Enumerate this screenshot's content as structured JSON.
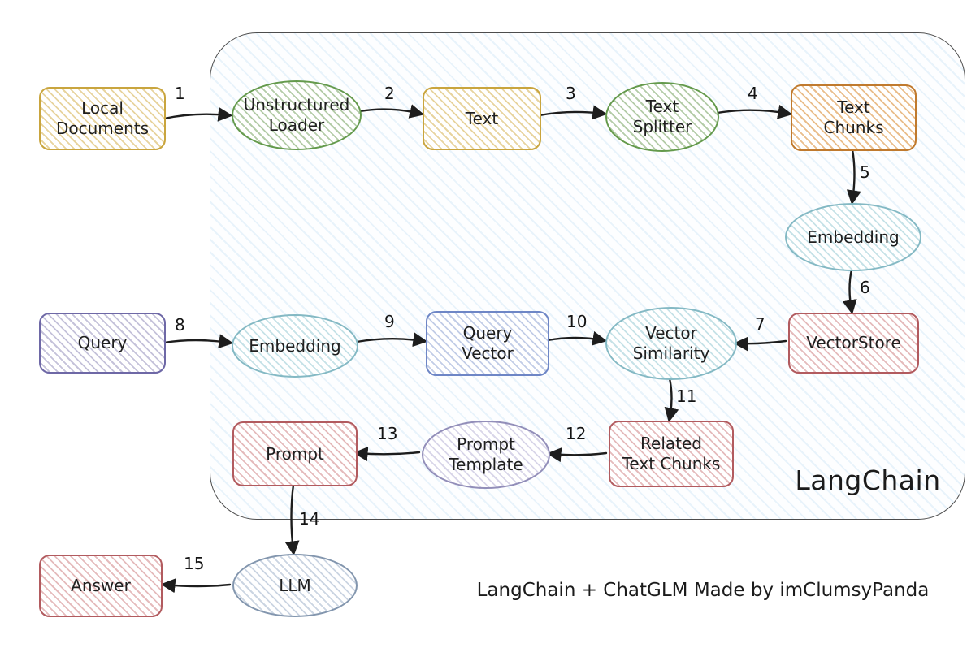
{
  "diagram": {
    "container_label": "LangChain",
    "caption": "LangChain + ChatGLM Made by imClumsyPanda",
    "nodes": {
      "local_documents": {
        "label": "Local\nDocuments",
        "shape": "rect",
        "color": "#c9a53e"
      },
      "unstructured_loader": {
        "label": "Unstructured\nLoader",
        "shape": "ellipse",
        "color": "#649a4c"
      },
      "text": {
        "label": "Text",
        "shape": "rect",
        "color": "#c9a53e"
      },
      "text_splitter": {
        "label": "Text\nSplitter",
        "shape": "ellipse",
        "color": "#649a4c"
      },
      "text_chunks": {
        "label": "Text\nChunks",
        "shape": "rect",
        "color": "#c07a2e"
      },
      "embedding_docs": {
        "label": "Embedding",
        "shape": "ellipse",
        "color": "#84b9c4"
      },
      "vectorstore": {
        "label": "VectorStore",
        "shape": "rect",
        "color": "#b25b5f"
      },
      "query": {
        "label": "Query",
        "shape": "rect",
        "color": "#6e68a6"
      },
      "embedding_query": {
        "label": "Embedding",
        "shape": "ellipse",
        "color": "#84b9c4"
      },
      "query_vector": {
        "label": "Query\nVector",
        "shape": "rect",
        "color": "#6e86c6"
      },
      "vector_similarity": {
        "label": "Vector\nSimilarity",
        "shape": "ellipse",
        "color": "#84b9c4"
      },
      "related_text_chunks": {
        "label": "Related\nText Chunks",
        "shape": "rect",
        "color": "#b25b5f"
      },
      "prompt_template": {
        "label": "Prompt\nTemplate",
        "shape": "ellipse",
        "color": "#928eb9"
      },
      "prompt": {
        "label": "Prompt",
        "shape": "rect",
        "color": "#b25b5f"
      },
      "llm": {
        "label": "LLM",
        "shape": "ellipse",
        "color": "#8396ae"
      },
      "answer": {
        "label": "Answer",
        "shape": "rect",
        "color": "#b25b5f"
      }
    },
    "edges": [
      {
        "label": "1",
        "from": "local_documents",
        "to": "unstructured_loader"
      },
      {
        "label": "2",
        "from": "unstructured_loader",
        "to": "text"
      },
      {
        "label": "3",
        "from": "text",
        "to": "text_splitter"
      },
      {
        "label": "4",
        "from": "text_splitter",
        "to": "text_chunks"
      },
      {
        "label": "5",
        "from": "text_chunks",
        "to": "embedding_docs"
      },
      {
        "label": "6",
        "from": "embedding_docs",
        "to": "vectorstore"
      },
      {
        "label": "7",
        "from": "vectorstore",
        "to": "vector_similarity"
      },
      {
        "label": "8",
        "from": "query",
        "to": "embedding_query"
      },
      {
        "label": "9",
        "from": "embedding_query",
        "to": "query_vector"
      },
      {
        "label": "10",
        "from": "query_vector",
        "to": "vector_similarity"
      },
      {
        "label": "11",
        "from": "vector_similarity",
        "to": "related_text_chunks"
      },
      {
        "label": "12",
        "from": "related_text_chunks",
        "to": "prompt_template"
      },
      {
        "label": "13",
        "from": "prompt_template",
        "to": "prompt"
      },
      {
        "label": "14",
        "from": "prompt",
        "to": "llm"
      },
      {
        "label": "15",
        "from": "llm",
        "to": "answer"
      }
    ]
  }
}
